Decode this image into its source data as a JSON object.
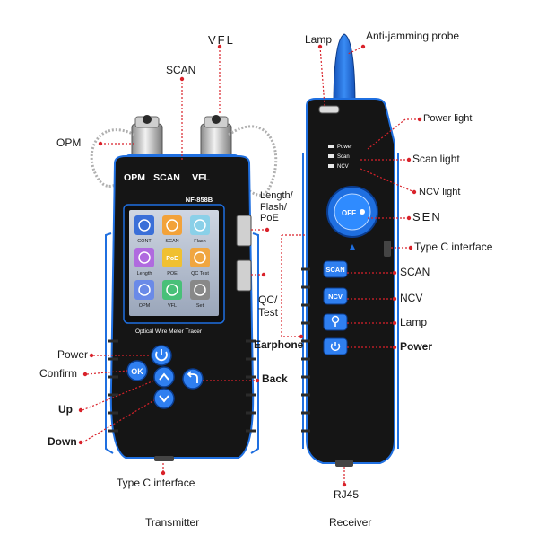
{
  "transmitter": {
    "model": "NF-858B",
    "brand_text": "Optical Wire Meter Tracer",
    "port_labels": {
      "opm": "OPM",
      "scan": "SCAN",
      "vfl": "VFL"
    },
    "menu_items": [
      {
        "label": "CONT",
        "icon": "network-icon",
        "color": "#3a6fd8"
      },
      {
        "label": "SCAN",
        "icon": "magnifier-icon",
        "color": "#f2a23a"
      },
      {
        "label": "Flash",
        "icon": "flash-icon",
        "color": "#8ad0e8"
      },
      {
        "label": "Length",
        "icon": "ruler-icon",
        "color": "#b06adf"
      },
      {
        "label": "POE",
        "icon": "poe-icon",
        "color": "#f0c030",
        "icon_text": "PoE"
      },
      {
        "label": "QC Test",
        "icon": "qc-test-icon",
        "color": "#f0a640"
      },
      {
        "label": "OPM",
        "icon": "opm-icon",
        "color": "#6a8ae8"
      },
      {
        "label": "VFL",
        "icon": "vfl-icon",
        "color": "#48c078"
      },
      {
        "label": "Set",
        "icon": "gear-icon",
        "color": "#888888"
      }
    ],
    "button_ok": "OK"
  },
  "receiver": {
    "indicators": [
      "Power",
      "Scan",
      "NCV"
    ],
    "dial_label": "OFF",
    "buttons": [
      "SCAN",
      "NCV",
      "lamp-icon",
      "power-icon"
    ]
  },
  "callouts": {
    "vfl": "VFL",
    "scan": "SCAN",
    "opm": "OPM",
    "length_flash_poe": "Length/\nFlash/\nPoE",
    "qc_test": "QC/\nTest",
    "power_left": "Power",
    "confirm": "Confirm",
    "up": "Up",
    "down": "Down",
    "back": "Back",
    "type_c_left": "Type C interface",
    "lamp_top": "Lamp",
    "anti_jamming": "Anti-jamming probe",
    "power_light": "Power light",
    "scan_light": "Scan light",
    "ncv_light": "NCV light",
    "sen": "SEN",
    "type_c_right": "Type C interface",
    "scan_right": "SCAN",
    "ncv_right": "NCV",
    "lamp_right": "Lamp",
    "power_right": "Power",
    "earphone": "Earphone",
    "rj45": "RJ45"
  },
  "captions": {
    "transmitter": "Transmitter",
    "receiver": "Receiver"
  },
  "colors": {
    "accent": "#1f6fe0",
    "callout": "#d9222a",
    "body": "#151515"
  }
}
